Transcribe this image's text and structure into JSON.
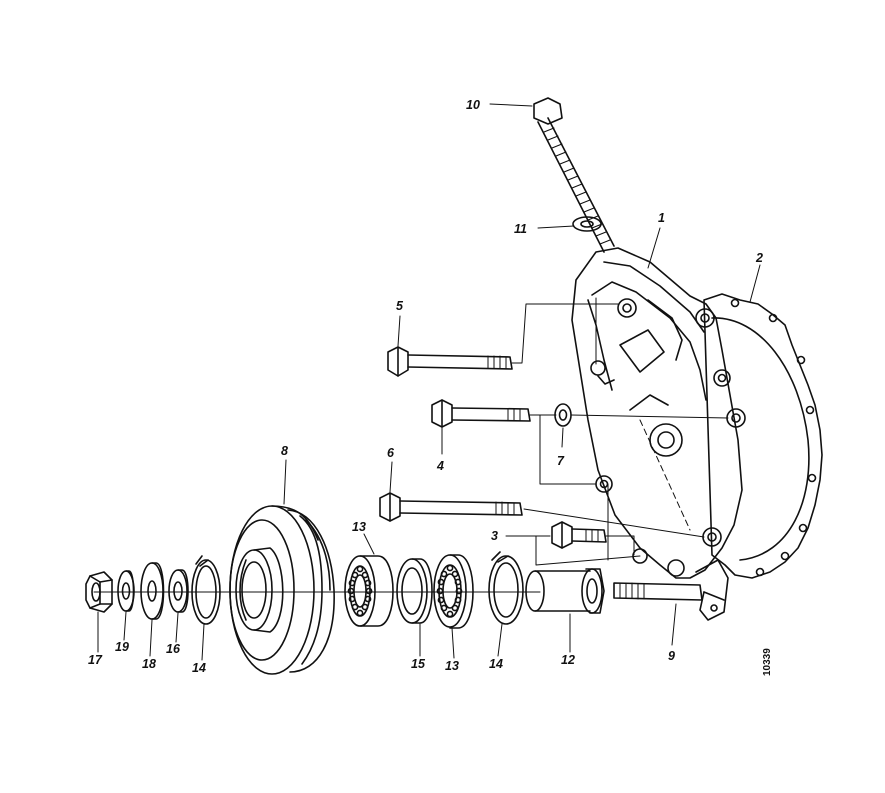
{
  "colors": {
    "ink": "#111111",
    "paper": "#ffffff"
  },
  "figure_ref": "10339",
  "callouts": [
    {
      "id": "1",
      "label": "1"
    },
    {
      "id": "2",
      "label": "2"
    },
    {
      "id": "3",
      "label": "3"
    },
    {
      "id": "4",
      "label": "4"
    },
    {
      "id": "5",
      "label": "5"
    },
    {
      "id": "6",
      "label": "6"
    },
    {
      "id": "7",
      "label": "7"
    },
    {
      "id": "8",
      "label": "8"
    },
    {
      "id": "9",
      "label": "9"
    },
    {
      "id": "10",
      "label": "10"
    },
    {
      "id": "11",
      "label": "11"
    },
    {
      "id": "12",
      "label": "12"
    },
    {
      "id": "13a",
      "label": "13"
    },
    {
      "id": "13b",
      "label": "13"
    },
    {
      "id": "14a",
      "label": "14"
    },
    {
      "id": "14b",
      "label": "14"
    },
    {
      "id": "15",
      "label": "15"
    },
    {
      "id": "16",
      "label": "16"
    },
    {
      "id": "17",
      "label": "17"
    },
    {
      "id": "18",
      "label": "18"
    },
    {
      "id": "19",
      "label": "19"
    }
  ]
}
